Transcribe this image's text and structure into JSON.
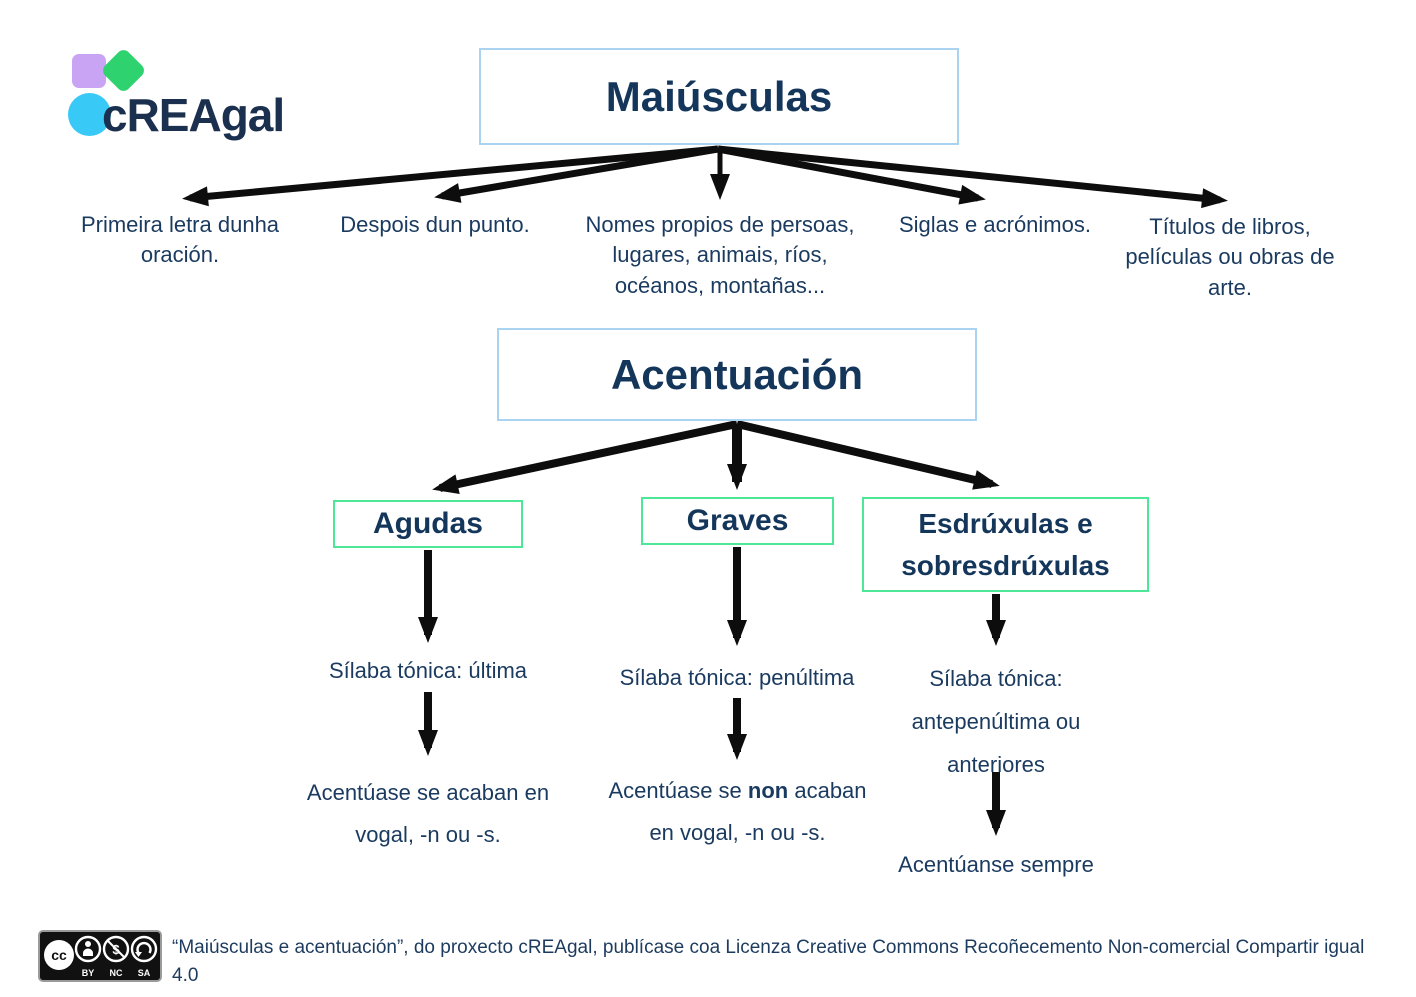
{
  "logo": {
    "text": "cREAgal",
    "shape_colors": {
      "square": "#c9a4f4",
      "diamond": "#2ed36f",
      "circle": "#38c9f7"
    }
  },
  "map": {
    "maiusculas": {
      "title": "Maiúsculas",
      "branches": [
        "Primeira letra dunha oración.",
        "Despois dun punto.",
        "Nomes propios de persoas, lugares, animais, ríos, océanos, montañas...",
        "Siglas e acrónimos.",
        "Títulos de libros, películas ou obras de arte."
      ]
    },
    "acentuacion": {
      "title": "Acentuación",
      "categories": [
        {
          "label": "Agudas",
          "tonic": "Sílaba tónica: última",
          "rule": "Acentúase se acaban en vogal, -n ou -s."
        },
        {
          "label": "Graves",
          "tonic": "Sílaba tónica: penúltima",
          "rule_prefix": "Acentúase se ",
          "rule_bold": "non",
          "rule_suffix": " acaban en vogal, -n ou -s."
        },
        {
          "label": "Esdrúxulas e sobresdrúxulas",
          "tonic": "Sílaba tónica: antepenúltima ou anteriores",
          "rule": "Acentúanse sempre"
        }
      ]
    }
  },
  "footer": {
    "license_text": "“Maiúsculas e acentuación”, do proxecto cREAgal, publícase coa Licenza Creative Commons Recoñecemento Non-comercial Compartir igual 4.0",
    "badge": {
      "cc": "CC",
      "by": "BY",
      "nc": "NC",
      "sa": "SA"
    }
  },
  "colors": {
    "title_border_blue": "#a9d3f0",
    "category_border_green": "#4de897",
    "text_navy": "#1a3a5f",
    "arrow_black": "#0d0d0d"
  }
}
